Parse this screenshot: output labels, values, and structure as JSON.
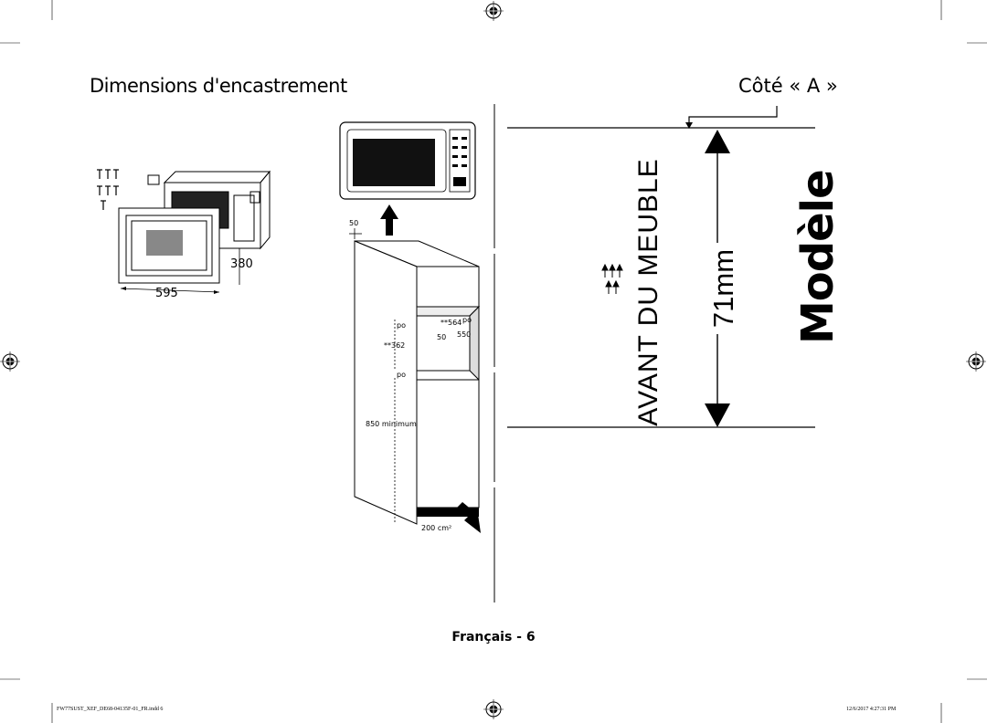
{
  "page": {
    "title": "Dimensions d'encastrement",
    "side_label": "Côté « A »",
    "footer": "Français - 6",
    "print_file": "FW77SUST_XEF_DE68-04135F-01_FR.indd   6",
    "print_date": "12/6/2017   4:27:31 PM"
  },
  "figure_small": {
    "width_label": "595",
    "height_label": "380"
  },
  "figure_cabinet": {
    "top_gap": "50",
    "dim_564": "**564",
    "unit_po_a": "po",
    "unit_po_b": "po",
    "unit_po_c": "po",
    "dim_362": "**362",
    "dim_50": "50",
    "dim_550": "550",
    "height_min": "850 minimum",
    "vent_area": "200 cm²"
  },
  "side_view": {
    "front_label": "AVANT DU MEUBLE",
    "gap_label": "71mm",
    "model_label": "Modèle"
  },
  "colors": {
    "ink": "#000000",
    "paper": "#ffffff"
  }
}
